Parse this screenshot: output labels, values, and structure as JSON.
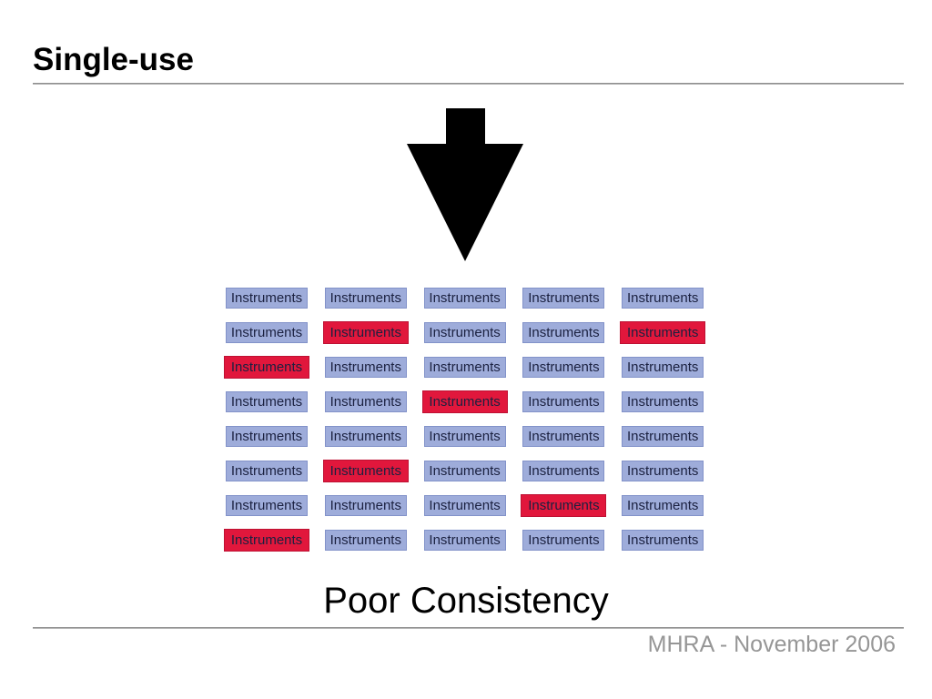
{
  "slide": {
    "title": "Single-use",
    "caption": "Poor Consistency",
    "footer": "MHRA - November 2006"
  },
  "grid": {
    "cell_label": "Instruments",
    "rows": 8,
    "columns": 5,
    "red_cells": [
      [
        2,
        2
      ],
      [
        2,
        5
      ],
      [
        3,
        1
      ],
      [
        4,
        3
      ],
      [
        6,
        2
      ],
      [
        7,
        4
      ],
      [
        8,
        1
      ]
    ]
  },
  "icons": {
    "down_arrow": "down-arrow-icon"
  },
  "colors": {
    "title_text": "#000000",
    "caption_text": "#000000",
    "footer_text": "#969696",
    "rule": "#8f8f8f",
    "arrow": "#000000",
    "cell_blue": "#9eacda",
    "cell_blue_border": "#8292c9",
    "cell_red": "#e1173c",
    "cell_red_border": "#be1133",
    "cell_text": "#1b2140"
  }
}
